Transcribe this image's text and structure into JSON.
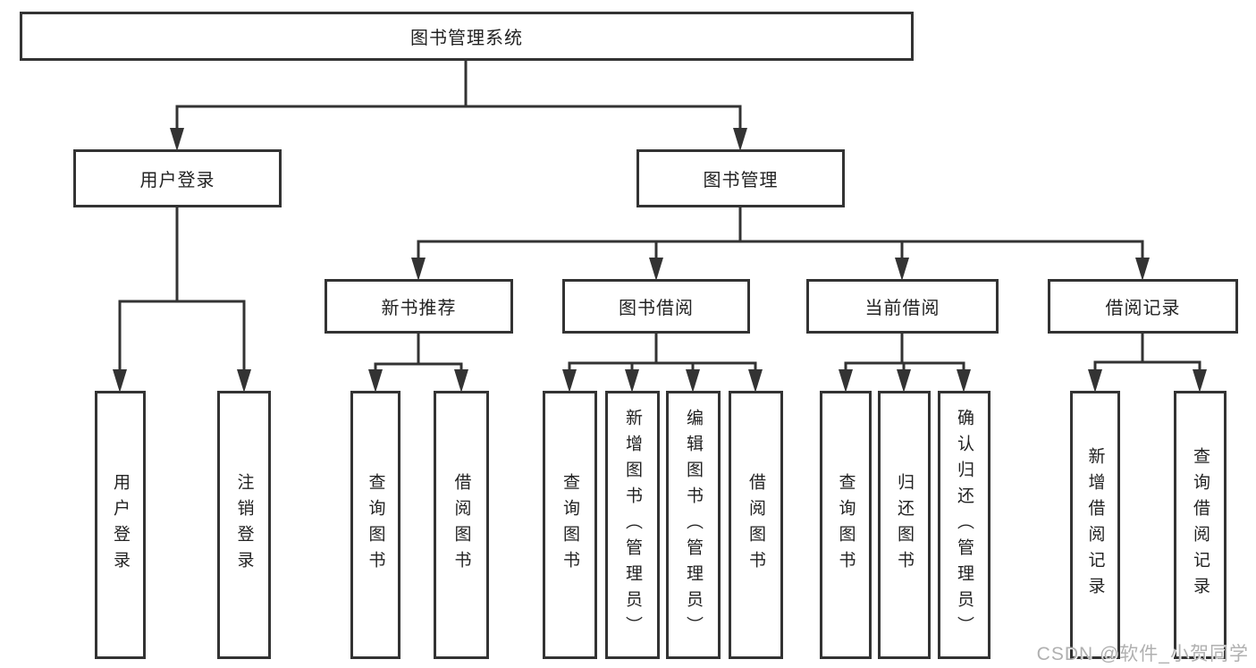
{
  "diagram": {
    "type": "hierarchy-tree",
    "title": "图书管理系统"
  },
  "tree": {
    "label": "图书管理系统",
    "children": [
      {
        "label": "用户登录",
        "children": [
          {
            "label": "用户登录"
          },
          {
            "label": "注销登录"
          }
        ]
      },
      {
        "label": "图书管理",
        "children": [
          {
            "label": "新书推荐",
            "children": [
              {
                "label": "查询图书"
              },
              {
                "label": "借阅图书"
              }
            ]
          },
          {
            "label": "图书借阅",
            "children": [
              {
                "label": "查询图书"
              },
              {
                "label": "新增图书（管理员）"
              },
              {
                "label": "编辑图书（管理员）"
              },
              {
                "label": "借阅图书"
              }
            ]
          },
          {
            "label": "当前借阅",
            "children": [
              {
                "label": "查询图书"
              },
              {
                "label": "归还图书"
              },
              {
                "label": "确认归还（管理员）"
              }
            ]
          },
          {
            "label": "借阅记录",
            "children": [
              {
                "label": "新增借阅记录"
              },
              {
                "label": "查询借阅记录"
              }
            ]
          }
        ]
      }
    ]
  },
  "watermark": {
    "text": "CSDN @软件_小贺同学"
  },
  "colors": {
    "line": "#333333",
    "box_border": "#333333",
    "box_background": "#ffffff",
    "text": "#222222",
    "watermark": "#b0b0b0",
    "background": "#ffffff"
  }
}
